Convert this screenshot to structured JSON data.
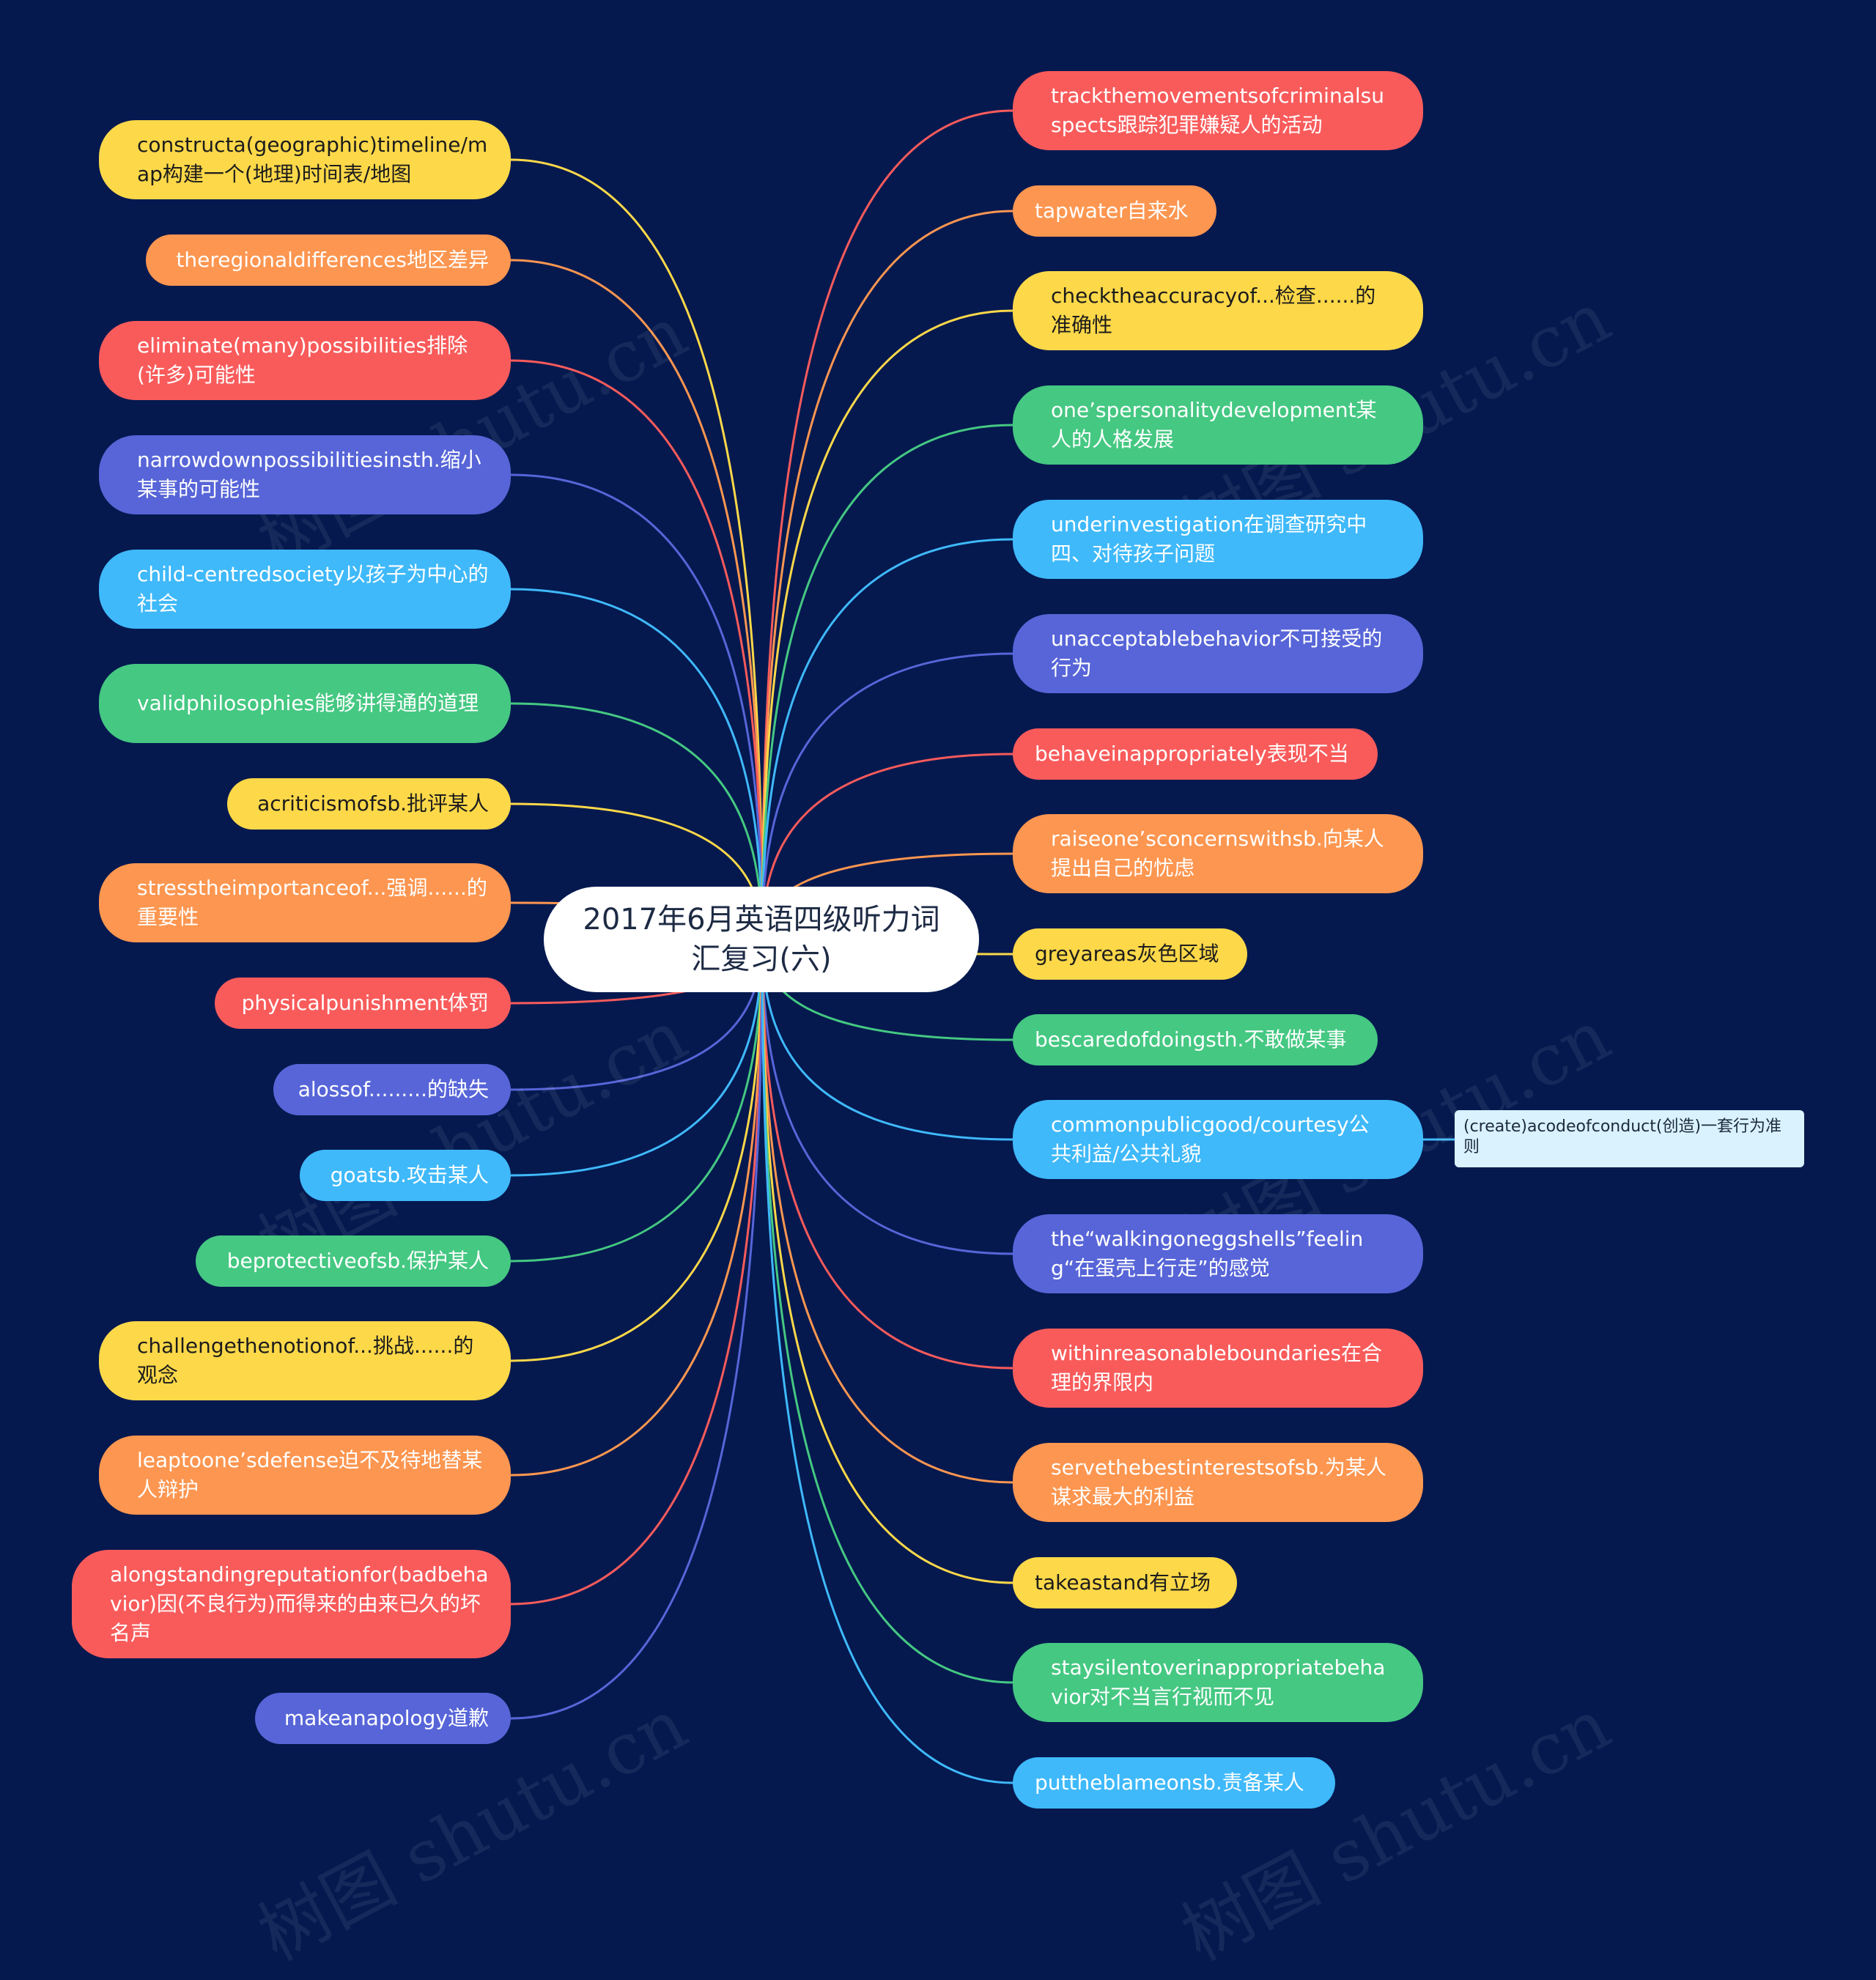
{
  "root": {
    "title": "2017年6月英语四级听力词汇复习(六)"
  },
  "left_nodes": [
    {
      "text": "constructa(geographic)timeline/map构建一个(地理)时间表/地图",
      "color": "#fdd849"
    },
    {
      "text": "theregionaldifferences地区差异",
      "color": "#fd9650"
    },
    {
      "text": "eliminate(many)possibilities排除(许多)可能性",
      "color": "#f95b5b"
    },
    {
      "text": "narrowdownpossibilitiesinsth.缩小某事的可能性",
      "color": "#5765d8"
    },
    {
      "text": "child-centredsociety以孩子为中心的社会",
      "color": "#3fb9fa"
    },
    {
      "text": "validphilosophies能够讲得通的道理",
      "color": "#45c882"
    },
    {
      "text": "acriticismofsb.批评某人",
      "color": "#fdd849"
    },
    {
      "text": "stresstheimportanceof...强调......的重要性",
      "color": "#fd9650"
    },
    {
      "text": "physicalpunishment体罚",
      "color": "#f95b5b"
    },
    {
      "text": "alossof.........的缺失",
      "color": "#5765d8"
    },
    {
      "text": "goatsb.攻击某人",
      "color": "#3fb9fa"
    },
    {
      "text": "beprotectiveofsb.保护某人",
      "color": "#45c882"
    },
    {
      "text": "challengethenotionof...挑战......的观念",
      "color": "#fdd849"
    },
    {
      "text": "leaptoone’sdefense迫不及待地替某人辩护",
      "color": "#fd9650"
    },
    {
      "text": "alongstandingreputationfor(badbehavior)因(不良行为)而得来的由来已久的坏名声",
      "color": "#f95b5b"
    },
    {
      "text": "makeanapology道歉",
      "color": "#5765d8"
    }
  ],
  "right_nodes": [
    {
      "text": "trackthemovementsofcriminalsuspects跟踪犯罪嫌疑人的活动",
      "color": "#f95b5b"
    },
    {
      "text": "tapwater自来水",
      "color": "#fd9650"
    },
    {
      "text": "checktheaccuracyof...检查......的准确性",
      "color": "#fdd849"
    },
    {
      "text": "one’spersonalitydevelopment某人的人格发展",
      "color": "#45c882"
    },
    {
      "text": "underinvestigation在调查研究中四、对待孩子问题",
      "color": "#3fb9fa"
    },
    {
      "text": "unacceptablebehavior不可接受的行为",
      "color": "#5765d8"
    },
    {
      "text": "behaveinappropriately表现不当",
      "color": "#f95b5b"
    },
    {
      "text": "raiseone’sconcernswithsb.向某人提出自己的忧虑",
      "color": "#fd9650"
    },
    {
      "text": "greyareas灰色区域",
      "color": "#fdd849"
    },
    {
      "text": "bescaredofdoingsth.不敢做某事",
      "color": "#45c882"
    },
    {
      "text": "commonpublicgood/courtesy公共利益/公共礼貌",
      "color": "#3fb9fa"
    },
    {
      "text": "the“walkingoneggshells”feeling“在蛋壳上行走”的感觉",
      "color": "#5765d8"
    },
    {
      "text": "withinreasonableboundaries在合理的界限内",
      "color": "#f95b5b"
    },
    {
      "text": "servethebestinterestsofsb.为某人谋求最大的利益",
      "color": "#fd9650"
    },
    {
      "text": "takeastand有立场",
      "color": "#fdd849"
    },
    {
      "text": "staysilentoverinappropriatebehavior对不当言行视而不见",
      "color": "#45c882"
    },
    {
      "text": "puttheblameonsb.责备某人",
      "color": "#3fb9fa"
    }
  ],
  "sub_node": {
    "text": "(create)acodeofconduct(创造)一套行为准则",
    "color": "#d9f2fd"
  },
  "watermark": "树图 shutu.cn",
  "background": "#05194f"
}
